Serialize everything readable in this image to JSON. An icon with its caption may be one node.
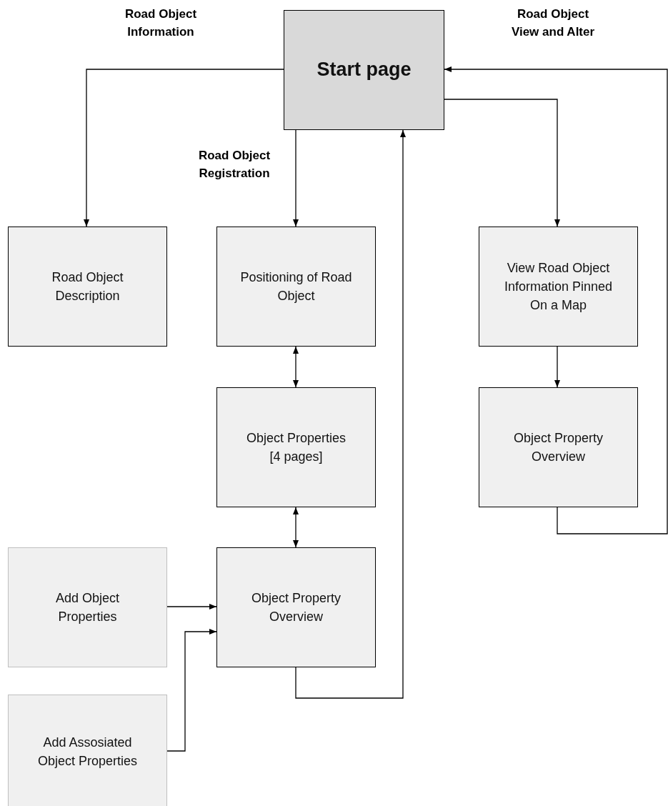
{
  "diagram": {
    "nodes": [
      {
        "text": [
          "Start page"
        ]
      },
      {
        "text": [
          "Road Object Description"
        ]
      },
      {
        "text": [
          "Positioning of Road Object"
        ]
      },
      {
        "text": [
          "Object Properties [4 pages]"
        ]
      },
      {
        "text": [
          "Object Property Overview"
        ]
      },
      {
        "text": [
          "View Road Object Information Pinned On a Map"
        ]
      },
      {
        "text": [
          "Object Property Overview"
        ]
      },
      {
        "text": [
          "Add Object Properties"
        ]
      },
      {
        "text": [
          "Add Assosiated Object Properties"
        ]
      }
    ],
    "edges": [
      {
        "from": 0,
        "to": 1,
        "arrow": "to",
        "label": "Road Object Information"
      },
      {
        "from": 0,
        "to": 2,
        "arrow": "to",
        "label": "Road Object Registration"
      },
      {
        "from": 0,
        "to": 5,
        "arrow": "to"
      },
      {
        "from": 2,
        "to": 3,
        "arrow": "both"
      },
      {
        "from": 3,
        "to": 4,
        "arrow": "both"
      },
      {
        "from": 7,
        "to": 4,
        "arrow": "to"
      },
      {
        "from": 8,
        "to": 4,
        "arrow": "to"
      },
      {
        "from": 4,
        "to": 0,
        "arrow": "to"
      },
      {
        "from": 5,
        "to": 6,
        "arrow": "to"
      },
      {
        "from": 6,
        "to": 0,
        "arrow": "to",
        "label": "Road Object View and Alter"
      }
    ]
  }
}
